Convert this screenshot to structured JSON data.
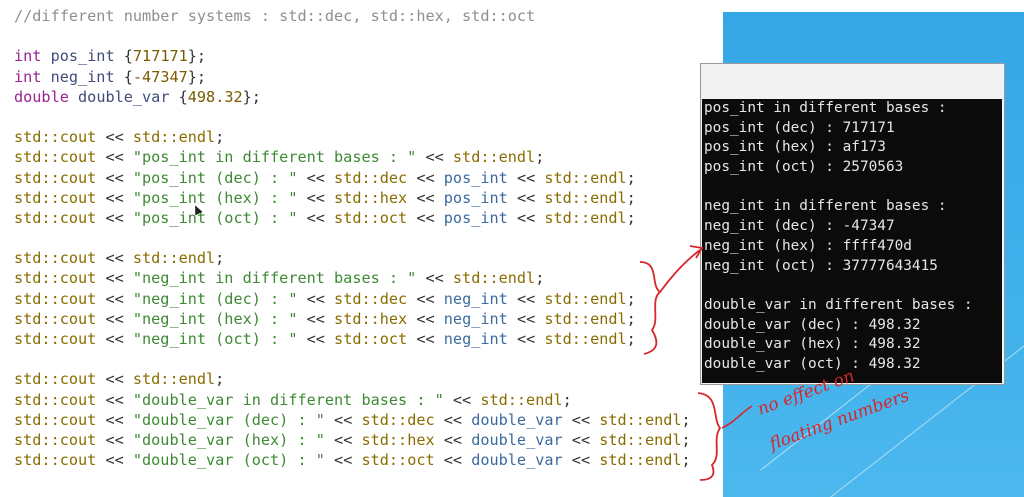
{
  "code": {
    "comment": "//different number systems : std::dec, std::hex, std::oct",
    "declarations": [
      {
        "type": "int",
        "name": "pos_int",
        "open": " {",
        "value": "717171",
        "close": "};"
      },
      {
        "type": "int",
        "name": "neg_int",
        "open": " {",
        "value": "-47347",
        "close": "};"
      },
      {
        "type": "double",
        "name": "double_var",
        "open": " {",
        "value": "498.32",
        "close": "};"
      }
    ],
    "blocks": [
      {
        "var": "pos_int",
        "lines": [
          {
            "str": null,
            "manip": null
          },
          {
            "str": "\"pos_int in different bases : \"",
            "manip": null
          },
          {
            "str": "\"pos_int (dec) : \"",
            "manip": "std::dec"
          },
          {
            "str": "\"pos_int (hex) : \"",
            "manip": "std::hex"
          },
          {
            "str": "\"pos_int (oct) : \"",
            "manip": "std::oct"
          }
        ]
      },
      {
        "var": "neg_int",
        "lines": [
          {
            "str": null,
            "manip": null
          },
          {
            "str": "\"neg_int in different bases : \"",
            "manip": null
          },
          {
            "str": "\"neg_int (dec) : \"",
            "manip": "std::dec"
          },
          {
            "str": "\"neg_int (hex) : \"",
            "manip": "std::hex"
          },
          {
            "str": "\"neg_int (oct) : \"",
            "manip": "std::oct"
          }
        ]
      },
      {
        "var": "double_var",
        "lines": [
          {
            "str": null,
            "manip": null
          },
          {
            "str": "\"double_var in different bases : \"",
            "manip": null
          },
          {
            "str": "\"double_var (dec) : \"",
            "manip": "std::dec"
          },
          {
            "str": "\"double_var (hex) : \"",
            "manip": "std::hex"
          },
          {
            "str": "\"double_var (oct) : \"",
            "manip": "std::oct"
          }
        ]
      }
    ],
    "tokens": {
      "cout": "std::cout",
      "shift": " << ",
      "endl": "std::endl",
      "semi": ";"
    }
  },
  "console": {
    "lines": [
      "pos_int in different bases :",
      "pos_int (dec) : 717171",
      "pos_int (hex) : af173",
      "pos_int (oct) : 2570563",
      "",
      "neg_int in different bases :",
      "neg_int (dec) : -47347",
      "neg_int (hex) : ffff470d",
      "neg_int (oct) : 37777643415",
      "",
      "double_var in different bases :",
      "double_var (dec) : 498.32",
      "double_var (hex) : 498.32",
      "double_var (oct) : 498.32"
    ]
  },
  "annotation": {
    "note_line1": "no effect on",
    "note_line2": "floating numbers",
    "color": "#d7262b"
  },
  "colors": {
    "keyword": "#9b2393",
    "string": "#3e8a33",
    "namespace": "#8a6d00",
    "variable": "#3c6aa0",
    "slide_blue": "#3fb0ea",
    "console_bg": "#0b0b0b"
  }
}
